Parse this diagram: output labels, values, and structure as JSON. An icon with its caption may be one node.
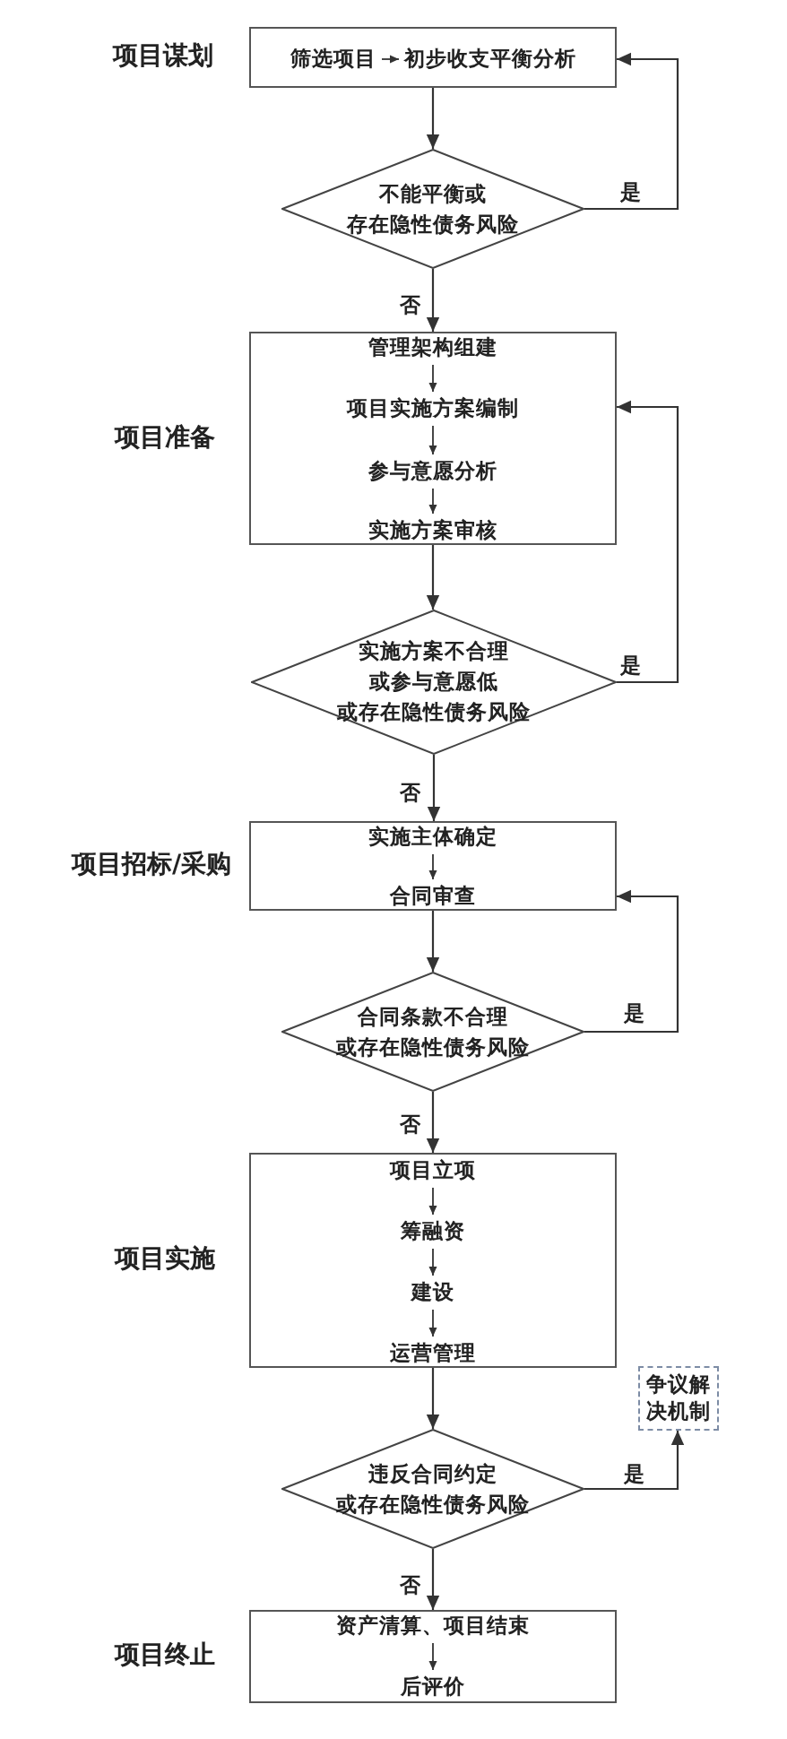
{
  "diagram": {
    "nodes": [
      {
        "text": [
          "项目谋划"
        ]
      },
      {
        "text": [
          "筛选项目"
        ],
        "in": 0
      },
      {
        "text": [
          "初步收支平衡分析"
        ],
        "in": 0
      },
      {
        "text": [
          "不能平衡或存在隐性债务风险"
        ]
      },
      {
        "text": [
          "项目准备"
        ]
      },
      {
        "text": [
          "管理架构组建"
        ],
        "in": 4
      },
      {
        "text": [
          "项目实施方案编制"
        ],
        "in": 4
      },
      {
        "text": [
          "参与意愿分析"
        ],
        "in": 4
      },
      {
        "text": [
          "实施方案审核"
        ],
        "in": 4
      },
      {
        "text": [
          "实施方案不合理或参与意愿低或存在隐性债务风险"
        ]
      },
      {
        "text": [
          "项目招标/采购"
        ]
      },
      {
        "text": [
          "实施主体确定"
        ],
        "in": 10
      },
      {
        "text": [
          "合同审查"
        ],
        "in": 10
      },
      {
        "text": [
          "合同条款不合理或存在隐性债务风险"
        ]
      },
      {
        "text": [
          "项目实施"
        ]
      },
      {
        "text": [
          "项目立项"
        ],
        "in": 14
      },
      {
        "text": [
          "筹融资"
        ],
        "in": 14
      },
      {
        "text": [
          "建设"
        ],
        "in": 14
      },
      {
        "text": [
          "运营管理"
        ],
        "in": 14
      },
      {
        "text": [
          "争议解决机制"
        ]
      },
      {
        "text": [
          "违反合同约定或存在隐性债务风险"
        ]
      },
      {
        "text": [
          "项目终止"
        ]
      },
      {
        "text": [
          "资产清算、项目结束"
        ],
        "in": 21
      },
      {
        "text": [
          "后评价"
        ],
        "in": 21
      }
    ],
    "edges": [
      {
        "from": 1,
        "to": 2,
        "arrow": "to"
      },
      {
        "from": 0,
        "to": 3,
        "arrow": "to"
      },
      {
        "from": 3,
        "to": 0,
        "arrow": "to",
        "label": "是"
      },
      {
        "from": 3,
        "to": 4,
        "arrow": "to",
        "label": "否"
      },
      {
        "from": 5,
        "to": 6,
        "arrow": "to"
      },
      {
        "from": 6,
        "to": 7,
        "arrow": "to"
      },
      {
        "from": 7,
        "to": 8,
        "arrow": "to"
      },
      {
        "from": 4,
        "to": 9,
        "arrow": "to"
      },
      {
        "from": 9,
        "to": 4,
        "arrow": "to",
        "label": "是"
      },
      {
        "from": 9,
        "to": 10,
        "arrow": "to",
        "label": "否"
      },
      {
        "from": 11,
        "to": 12,
        "arrow": "to"
      },
      {
        "from": 10,
        "to": 13,
        "arrow": "to"
      },
      {
        "from": 13,
        "to": 10,
        "arrow": "to",
        "label": "是"
      },
      {
        "from": 13,
        "to": 14,
        "arrow": "to",
        "label": "否"
      },
      {
        "from": 15,
        "to": 16,
        "arrow": "to"
      },
      {
        "from": 16,
        "to": 17,
        "arrow": "to"
      },
      {
        "from": 17,
        "to": 18,
        "arrow": "to"
      },
      {
        "from": 14,
        "to": 20,
        "arrow": "to"
      },
      {
        "from": 20,
        "to": 19,
        "arrow": "to",
        "label": "是"
      },
      {
        "from": 20,
        "to": 21,
        "arrow": "to",
        "label": "否"
      },
      {
        "from": 22,
        "to": 23,
        "arrow": "to"
      }
    ]
  }
}
